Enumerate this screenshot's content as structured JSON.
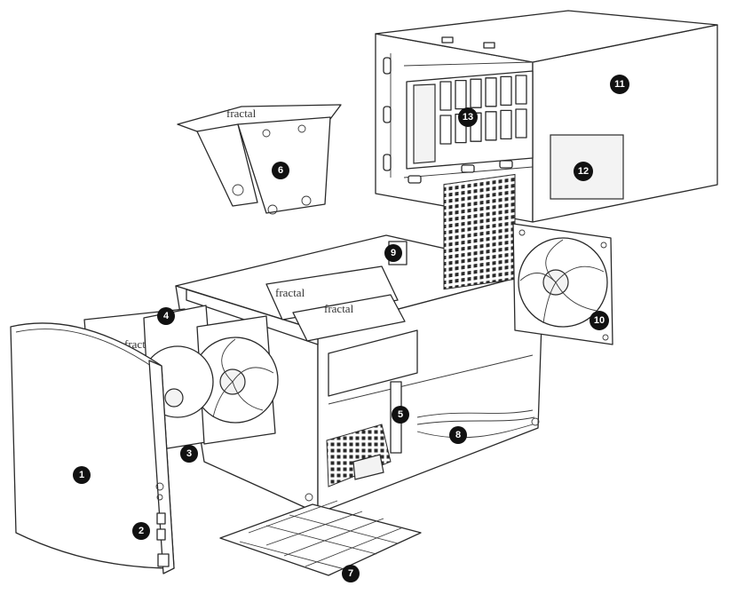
{
  "figure": {
    "callouts": [
      {
        "label": "1"
      },
      {
        "label": "2"
      },
      {
        "label": "3"
      },
      {
        "label": "4"
      },
      {
        "label": "5"
      },
      {
        "label": "6"
      },
      {
        "label": "7"
      },
      {
        "label": "8"
      },
      {
        "label": "9"
      },
      {
        "label": "10"
      },
      {
        "label": "11"
      },
      {
        "label": "12"
      },
      {
        "label": "13"
      }
    ],
    "brand_marks": [
      "fractal",
      "fractal",
      "fractal",
      "fractal"
    ]
  }
}
